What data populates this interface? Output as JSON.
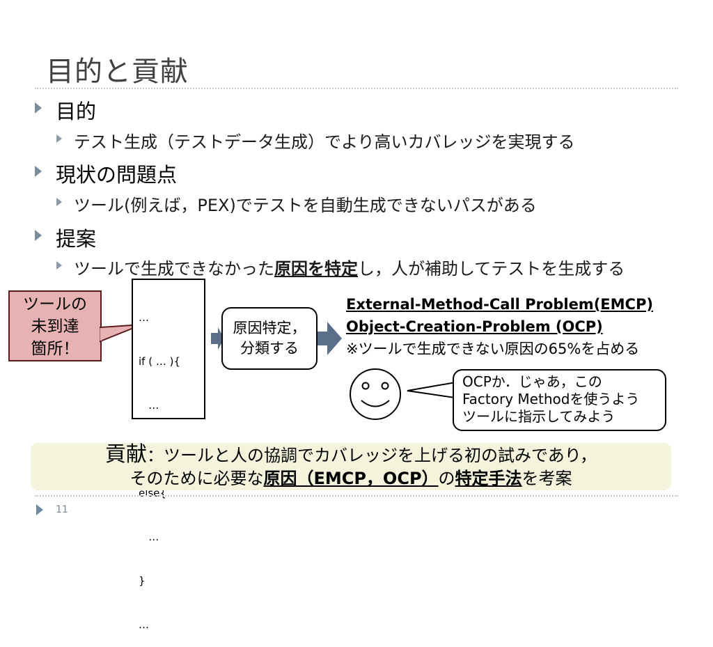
{
  "slide": {
    "title": "目的と貢献",
    "page_number": "11"
  },
  "bullets": {
    "b1": {
      "heading": "目的",
      "sub": "テスト生成（テストデータ生成）でより高いカバレッジを実現する"
    },
    "b2": {
      "heading": "現状の問題点",
      "sub": "ツール(例えば，PEX)でテストを自動生成できないパスがある"
    },
    "b3": {
      "heading": "提案",
      "sub_pre": "ツールで生成できなかった",
      "sub_em": "原因を特定",
      "sub_post": "し，人が補助してテストを生成する"
    }
  },
  "diagram": {
    "callout_lines": [
      "ツールの",
      "未到達",
      "箇所！"
    ],
    "code_lines": [
      "…",
      "if ( … ){",
      "   …",
      "}",
      "else{",
      "   …",
      "}",
      "…"
    ],
    "process_lines": [
      "原因特定，",
      "分類する"
    ],
    "problem1": "External-Method-Call Problem(EMCP)",
    "problem2": "Object-Creation-Problem (OCP)",
    "note": "※ツールで生成できない原因の65%を占める",
    "speech_lines": [
      "OCPか．じゃあ，この",
      "Factory Methodを使うよう",
      "ツールに指示してみよう"
    ],
    "face": "smiley-face"
  },
  "contribution": {
    "label": "貢献",
    "line1": "：ツールと人の協調でカバレッジを上げる初の試みであり，",
    "line2_pre": "そのために必要な",
    "line2_em1": "原因（EMCP，OCP）",
    "line2_mid": "の",
    "line2_em2": "特定手法",
    "line2_post": "を考案"
  },
  "colors": {
    "callout_fill": "#e6b2b2",
    "highlight_fill": "#e7a7a7",
    "arrow_fill": "#5b6f8a",
    "contribution_bg": "#f4f4dc"
  }
}
